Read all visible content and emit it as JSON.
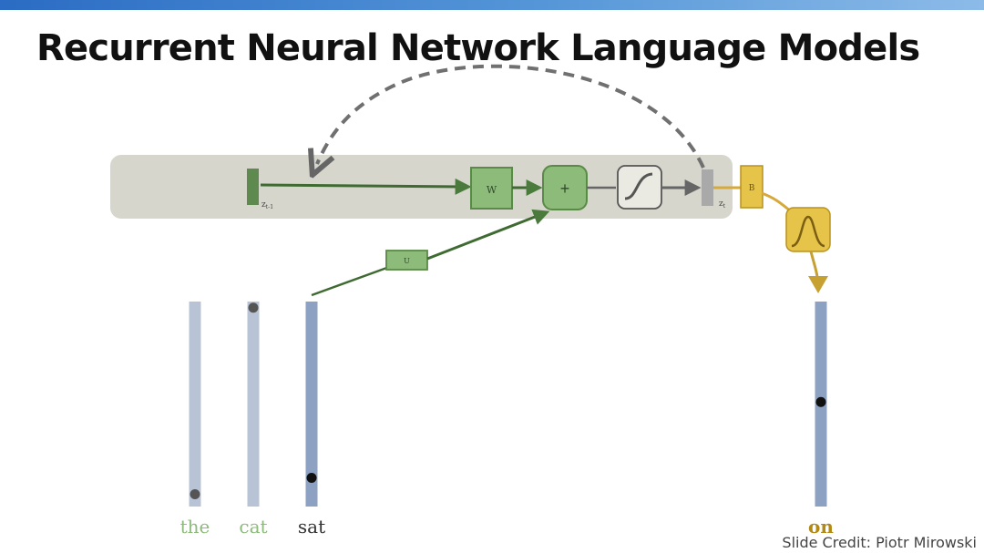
{
  "title": "Recurrent Neural Network Language Models",
  "credit": "Slide Credit: Piotr Mirowski",
  "labels": {
    "prev_state": "z",
    "prev_state_sub": "t-1",
    "state": "z",
    "state_sub": "t",
    "w_matrix": "W",
    "u_matrix": "U",
    "b_matrix": "B",
    "add_op": "+"
  },
  "words": [
    {
      "text": "the",
      "selected_fraction": 0.94
    },
    {
      "text": "cat",
      "selected_fraction": 0.03
    },
    {
      "text": "sat",
      "selected_fraction": 0.86
    },
    {
      "text": "on",
      "selected_fraction": 0.49
    }
  ],
  "colors": {
    "green": "#6a9a5a",
    "green_fill": "#8dbb7a",
    "gold": "#e6c44a",
    "gold_text": "#b38a16",
    "context_vector": "#b8c4d6",
    "current_vector": "#8da2c2",
    "panel": "#d6d6cc"
  },
  "icons": [
    "sigmoid-icon",
    "gaussian-icon",
    "recurrent-arrow-icon"
  ]
}
